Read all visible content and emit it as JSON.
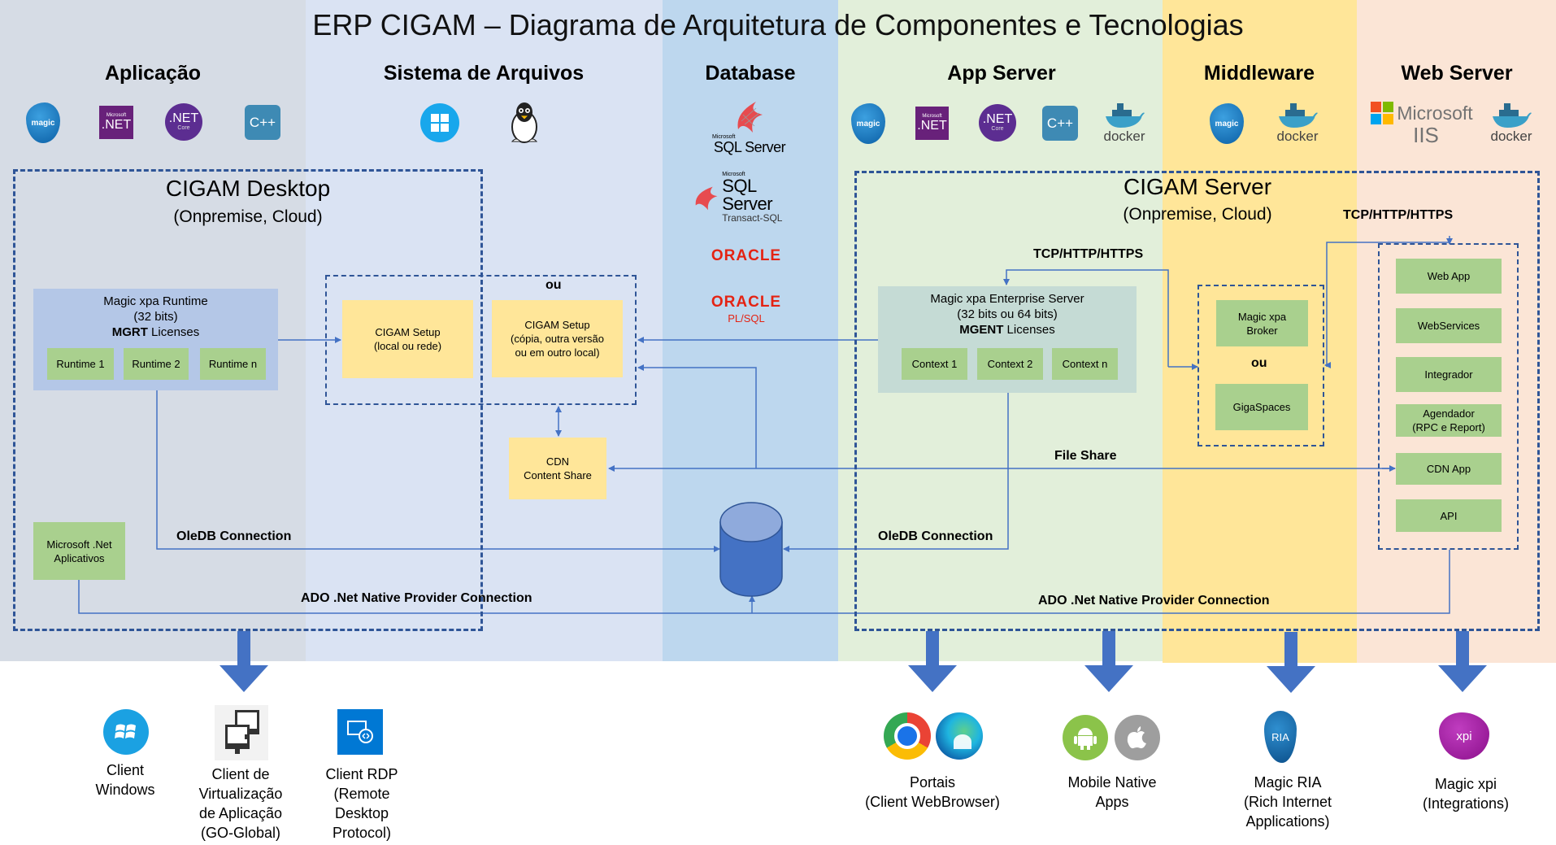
{
  "title": "ERP CIGAM – Diagrama de Arquitetura de Componentes e Tecnologias",
  "columns": [
    {
      "name": "Aplicação",
      "color": "#d6dce5"
    },
    {
      "name": "Sistema de Arquivos",
      "color": "#dae3f3"
    },
    {
      "name": "Database",
      "color": "#bdd7ee"
    },
    {
      "name": "App Server",
      "color": "#e2efda"
    },
    {
      "name": "Middleware",
      "color": "#ffe699"
    },
    {
      "name": "Web Server",
      "color": "#fbe5d6"
    }
  ],
  "logos": {
    "magic": "magic",
    "ms_net_small": "Microsoft",
    "net": ".NET",
    "net_core": "Core",
    "cpp": "C++",
    "docker": "docker",
    "sqlserver_ms": "Microsoft",
    "sqlserver": "SQL Server",
    "tsql": "Transact-SQL",
    "oracle": "ORACLE",
    "plsql": "PL/SQL",
    "microsoft": "Microsoft",
    "iis": "IIS",
    "ria": "RIA",
    "xpi": "xpi"
  },
  "desktop": {
    "title": "CIGAM Desktop",
    "subtitle": "(Onpremise, Cloud)",
    "runtime": {
      "line1": "Magic xpa Runtime",
      "line2": "(32 bits)",
      "license_bold": "MGRT",
      "license_rest": " Licenses",
      "items": [
        "Runtime 1",
        "Runtime 2",
        "Runtime n"
      ]
    },
    "dotnet_apps": {
      "line1": "Microsoft .Net",
      "line2": "Aplicativos"
    }
  },
  "filesystem": {
    "ou": "ou",
    "setup_local": {
      "line1": "CIGAM Setup",
      "line2": "(local ou rede)"
    },
    "setup_copy": {
      "line1": "CIGAM Setup",
      "line2": "(cópia, outra versão",
      "line3": "ou em outro local)"
    },
    "cdn": {
      "line1": "CDN",
      "line2": "Content Share"
    }
  },
  "server": {
    "title": "CIGAM Server",
    "subtitle": "(Onpremise, Cloud)",
    "enterprise": {
      "line1": "Magic xpa Enterprise Server",
      "line2": "(32 bits ou 64 bits)",
      "license_bold": "MGENT",
      "license_rest": " Licenses",
      "items": [
        "Context 1",
        "Context 2",
        "Context n"
      ]
    },
    "middleware": {
      "broker": {
        "line1": "Magic xpa",
        "line2": "Broker"
      },
      "ou": "ou",
      "gigaspaces": "GigaSpaces"
    },
    "web_items": [
      "Web App",
      "WebServices",
      "Integrador",
      "Agendador",
      "(RPC e Report)",
      "CDN App",
      "API"
    ]
  },
  "connections": {
    "tcp1": "TCP/HTTP/HTTPS",
    "tcp2": "TCP/HTTP/HTTPS",
    "file_share": "File Share",
    "oledb_left": "OleDB Connection",
    "oledb_right": "OleDB Connection",
    "ado_left": "ADO .Net Native Provider Connection",
    "ado_right": "ADO .Net Native Provider Connection"
  },
  "clients": [
    {
      "lines": [
        "Client",
        "Windows"
      ]
    },
    {
      "lines": [
        "Client de",
        "Virtualização",
        "de Aplicação",
        "(GO-Global)"
      ]
    },
    {
      "lines": [
        "Client RDP",
        "(Remote",
        "Desktop",
        "Protocol)"
      ]
    },
    {
      "lines": [
        "Portais",
        "(Client WebBrowser)"
      ]
    },
    {
      "lines": [
        "Mobile Native",
        "Apps"
      ]
    },
    {
      "lines": [
        "Magic RIA",
        "(Rich Internet",
        "Applications)"
      ]
    },
    {
      "lines": [
        "Magic xpi",
        "(Integrations)"
      ]
    }
  ],
  "colors": {
    "accent": "#4472c4",
    "dash": "#2f5597",
    "green_box": "#a9d08e",
    "yellow_box": "#ffe699",
    "oracle_red": "#e42313"
  }
}
